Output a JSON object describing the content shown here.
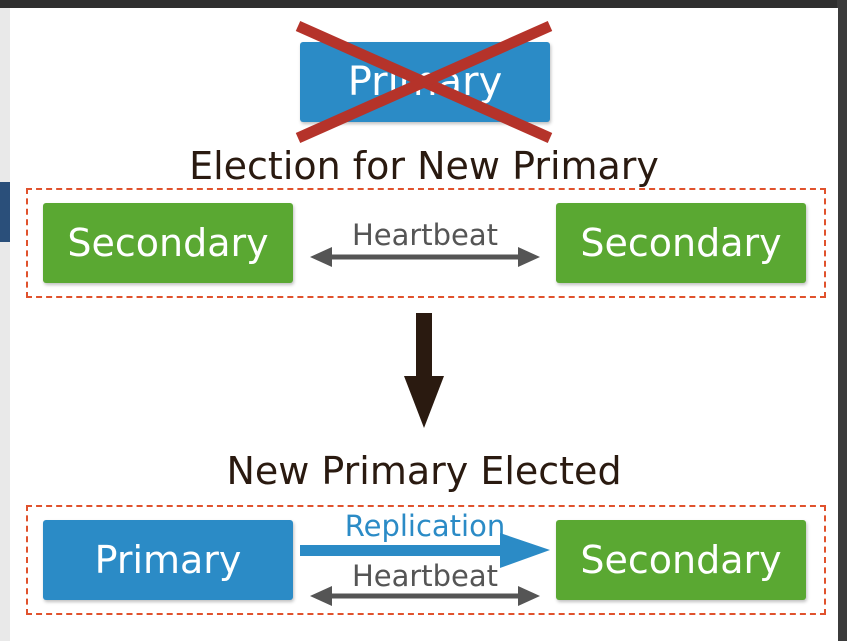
{
  "old_primary": {
    "label": "Primary",
    "status": "failed"
  },
  "election": {
    "title": "Election for New Primary",
    "left_node": "Secondary",
    "right_node": "Secondary",
    "link_label": "Heartbeat"
  },
  "result": {
    "title": "New Primary Elected",
    "left_node": "Primary",
    "right_node": "Secondary",
    "replication_label": "Replication",
    "heartbeat_label": "Heartbeat"
  },
  "colors": {
    "primary": "#2b8bc6",
    "secondary": "#5aa832",
    "cross": "#b5332a",
    "dashed_border": "#e0522d",
    "heartbeat_arrow": "#555555",
    "flow_arrow": "#2a1a10"
  }
}
